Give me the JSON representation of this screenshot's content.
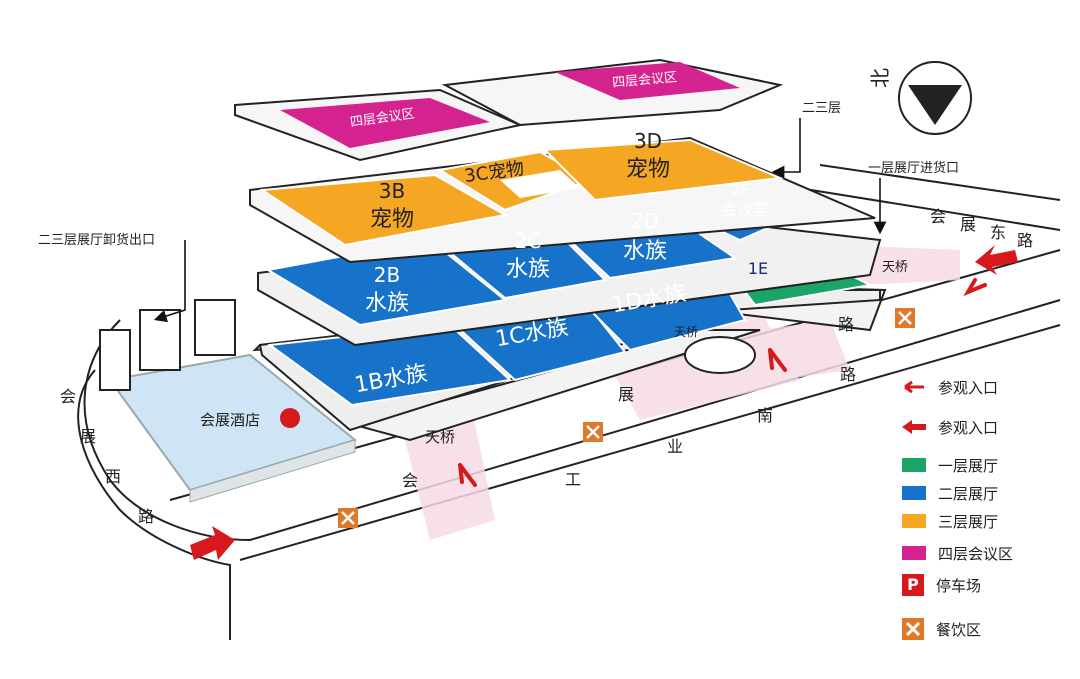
{
  "map": {
    "halls": {
      "h1b": "1B水族",
      "h1c": "1C水族",
      "h1d": "1D水族",
      "h1e": "1E",
      "h2b_code": "2B",
      "h2b_name": "水族",
      "h2c_code": "2C",
      "h2c_name": "水族",
      "h2d_code": "2D",
      "h2d_name": "水族",
      "h2e_code": "2E",
      "h2e_name": "会议室",
      "h3b_code": "3B",
      "h3b_name": "宠物",
      "h3c": "3C宠物",
      "h3d_code": "3D",
      "h3d_name": "宠物",
      "conf_left": "四层会议区",
      "conf_right": "四层会议区"
    },
    "hotel": "会展酒店",
    "bridges": {
      "east": "天桥",
      "center": "天桥",
      "south": "天桥"
    },
    "callouts": {
      "floor23": "二三层",
      "floor1_loading_in": "一层展厅进货口",
      "floor23_loading_out": "二三层展厅卸货出口"
    },
    "compass_label": "北",
    "roads": {
      "east": [
        "会",
        "展",
        "东",
        "路"
      ],
      "south_exhibition": [
        "会",
        "展",
        "南",
        "路"
      ],
      "industrial": [
        "工",
        "业"
      ],
      "west": [
        "会",
        "展",
        "西",
        "路"
      ]
    }
  },
  "legend": [
    {
      "label": "参观入口",
      "icon": "thin-arrow-icon",
      "color": "#d7191c"
    },
    {
      "label": "参观入口",
      "icon": "thick-arrow-icon",
      "color": "#d7191c"
    },
    {
      "label": "一层展厅",
      "color": "#1aa566"
    },
    {
      "label": "二层展厅",
      "color": "#1773c9"
    },
    {
      "label": "三层展厅",
      "color": "#f5a623"
    },
    {
      "label": "四层会议区",
      "color": "#d4238f"
    },
    {
      "label": "停车场",
      "icon": "parking-icon",
      "color": "#d7191c",
      "glyph": "P"
    },
    {
      "label": "餐饮区",
      "icon": "dining-icon",
      "color": "#e0782a"
    }
  ],
  "colors": {
    "floor1": "#1aa566",
    "floor2": "#1773c9",
    "floor3": "#f5a623",
    "floor4": "#d4238f",
    "entrance": "#d7191c",
    "hotel_fill": "#cfe4f5",
    "bridge_fill": "#f7dbe6"
  }
}
